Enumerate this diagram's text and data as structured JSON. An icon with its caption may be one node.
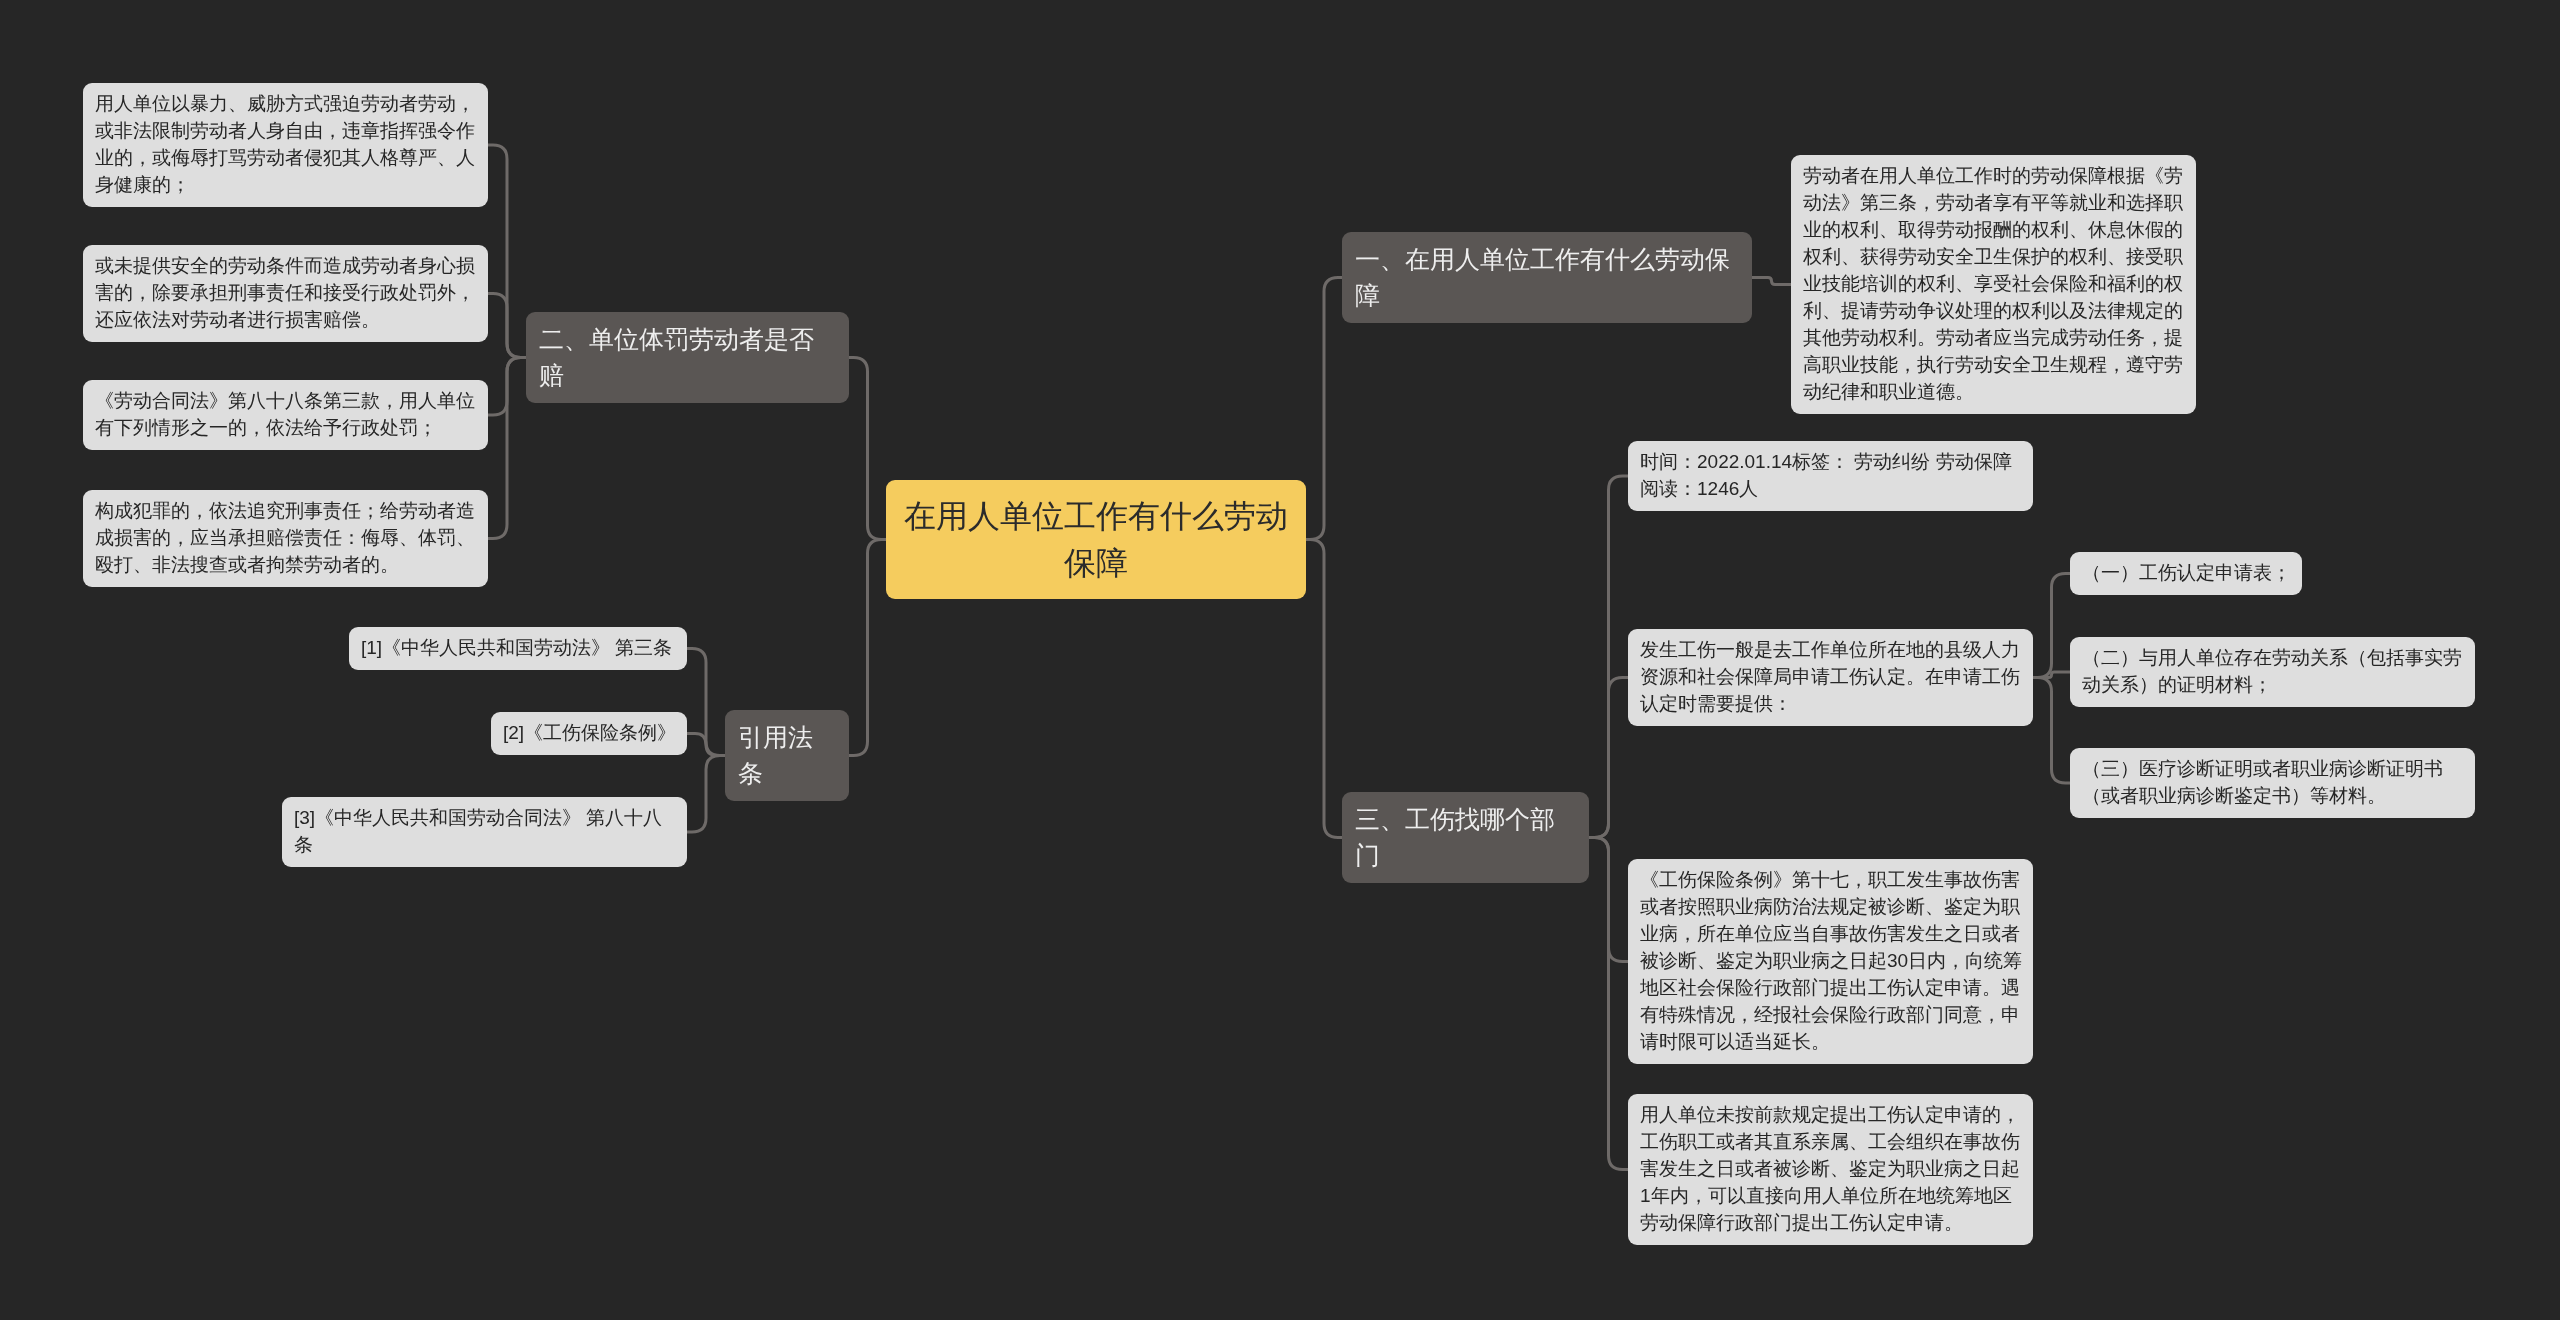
{
  "diagram": {
    "nodes": [
      {
        "text": [
          "在用人单位工作有什么劳动保障"
        ]
      },
      {
        "text": [
          "一、在用人单位工作有什么劳动保障"
        ]
      },
      {
        "text": [
          "劳动者在用人单位工作时的劳动保障根据《劳动法》第三条，劳动者享有平等就业和选择职业的权利、取得劳动报酬的权利、休息休假的权利、获得劳动安全卫生保护的权利、接受职业技能培训的权利、享受社会保险和福利的权利、提请劳动争议处理的权利以及法律规定的其他劳动权利。劳动者应当完成劳动任务，提高职业技能，执行劳动安全卫生规程，遵守劳动纪律和职业道德。"
        ]
      },
      {
        "text": [
          "二、单位体罚劳动者是否赔"
        ]
      },
      {
        "text": [
          "用人单位以暴力、威胁方式强迫劳动者劳动，或非法限制劳动者人身自由，违章指挥强令作业的，或侮辱打骂劳动者侵犯其人格尊严、人身健康的；"
        ]
      },
      {
        "text": [
          "或未提供安全的劳动条件而造成劳动者身心损害的，除要承担刑事责任和接受行政处罚外，还应依法对劳动者进行损害赔偿。"
        ]
      },
      {
        "text": [
          "《劳动合同法》第八十八条第三款，用人单位有下列情形之一的，依法给予行政处罚；"
        ]
      },
      {
        "text": [
          "构成犯罪的，依法追究刑事责任；给劳动者造成损害的，应当承担赔偿责任：侮辱、体罚、殴打、非法搜查或者拘禁劳动者的。"
        ]
      },
      {
        "text": [
          "引用法条"
        ]
      },
      {
        "text": [
          "[1]《中华人民共和国劳动法》 第三条"
        ]
      },
      {
        "text": [
          "[2]《工伤保险条例》"
        ]
      },
      {
        "text": [
          "[3]《中华人民共和国劳动合同法》 第八十八条"
        ]
      },
      {
        "text": [
          "三、工伤找哪个部门"
        ]
      },
      {
        "text": [
          "时间：2022.01.14标签： 劳动纠纷 劳动保障阅读：1246人"
        ]
      },
      {
        "text": [
          "发生工伤一般是去工作单位所在地的县级人力资源和社会保障局申请工伤认定。在申请工伤认定时需要提供："
        ]
      },
      {
        "text": [
          "（一）工伤认定申请表；"
        ]
      },
      {
        "text": [
          "（二）与用人单位存在劳动关系（包括事实劳动关系）的证明材料；"
        ]
      },
      {
        "text": [
          "（三）医疗诊断证明或者职业病诊断证明书（或者职业病诊断鉴定书）等材料。"
        ]
      },
      {
        "text": [
          "《工伤保险条例》第十七，职工发生事故伤害或者按照职业病防治法规定被诊断、鉴定为职业病，所在单位应当自事故伤害发生之日或者被诊断、鉴定为职业病之日起30日内，向统筹地区社会保险行政部门提出工伤认定申请。遇有特殊情况，经报社会保险行政部门同意，申请时限可以适当延长。"
        ]
      },
      {
        "text": [
          "用人单位未按前款规定提出工伤认定申请的，工伤职工或者其直系亲属、工会组织在事故伤害发生之日或者被诊断、鉴定为职业病之日起1年内，可以直接向用人单位所在地统筹地区劳动保障行政部门提出工伤认定申请。"
        ]
      }
    ],
    "edges": [
      {
        "from": 0,
        "to": 1,
        "arrow": "none"
      },
      {
        "from": 1,
        "to": 2,
        "arrow": "none"
      },
      {
        "from": 0,
        "to": 3,
        "arrow": "none"
      },
      {
        "from": 3,
        "to": 4,
        "arrow": "none"
      },
      {
        "from": 3,
        "to": 5,
        "arrow": "none"
      },
      {
        "from": 3,
        "to": 6,
        "arrow": "none"
      },
      {
        "from": 3,
        "to": 7,
        "arrow": "none"
      },
      {
        "from": 0,
        "to": 8,
        "arrow": "none"
      },
      {
        "from": 8,
        "to": 9,
        "arrow": "none"
      },
      {
        "from": 8,
        "to": 10,
        "arrow": "none"
      },
      {
        "from": 8,
        "to": 11,
        "arrow": "none"
      },
      {
        "from": 0,
        "to": 12,
        "arrow": "none"
      },
      {
        "from": 12,
        "to": 13,
        "arrow": "none"
      },
      {
        "from": 12,
        "to": 14,
        "arrow": "none"
      },
      {
        "from": 14,
        "to": 15,
        "arrow": "none"
      },
      {
        "from": 14,
        "to": 16,
        "arrow": "none"
      },
      {
        "from": 14,
        "to": 17,
        "arrow": "none"
      },
      {
        "from": 12,
        "to": 18,
        "arrow": "none"
      },
      {
        "from": 12,
        "to": 19,
        "arrow": "none"
      }
    ]
  }
}
